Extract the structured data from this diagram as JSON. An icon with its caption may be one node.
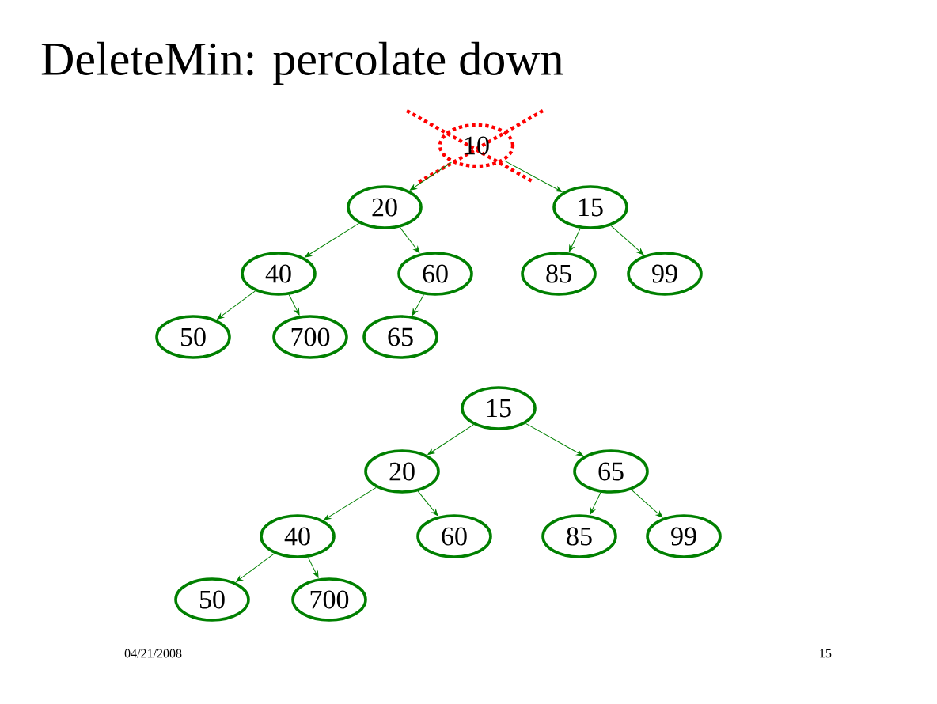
{
  "diagram": {
    "title": "DeleteMin: percolate down",
    "nodes": [
      {
        "text": [
          "10"
        ]
      },
      {
        "text": [
          "20"
        ]
      },
      {
        "text": [
          "15"
        ]
      },
      {
        "text": [
          "40"
        ]
      },
      {
        "text": [
          "60"
        ]
      },
      {
        "text": [
          "85"
        ]
      },
      {
        "text": [
          "99"
        ]
      },
      {
        "text": [
          "50"
        ]
      },
      {
        "text": [
          "700"
        ]
      },
      {
        "text": [
          "65"
        ]
      },
      {
        "text": [
          "15"
        ]
      },
      {
        "text": [
          "20"
        ]
      },
      {
        "text": [
          "65"
        ]
      },
      {
        "text": [
          "40"
        ]
      },
      {
        "text": [
          "60"
        ]
      },
      {
        "text": [
          "85"
        ]
      },
      {
        "text": [
          "99"
        ]
      },
      {
        "text": [
          "50"
        ]
      },
      {
        "text": [
          "700"
        ]
      }
    ],
    "edges": [
      {
        "from": 0,
        "to": 1,
        "arrow": "to"
      },
      {
        "from": 0,
        "to": 2,
        "arrow": "to"
      },
      {
        "from": 1,
        "to": 3,
        "arrow": "to"
      },
      {
        "from": 1,
        "to": 4,
        "arrow": "to"
      },
      {
        "from": 2,
        "to": 5,
        "arrow": "to"
      },
      {
        "from": 2,
        "to": 6,
        "arrow": "to"
      },
      {
        "from": 3,
        "to": 7,
        "arrow": "to"
      },
      {
        "from": 3,
        "to": 8,
        "arrow": "to"
      },
      {
        "from": 4,
        "to": 9,
        "arrow": "to"
      },
      {
        "from": 10,
        "to": 11,
        "arrow": "to"
      },
      {
        "from": 10,
        "to": 12,
        "arrow": "to"
      },
      {
        "from": 11,
        "to": 13,
        "arrow": "to"
      },
      {
        "from": 11,
        "to": 14,
        "arrow": "to"
      },
      {
        "from": 12,
        "to": 15,
        "arrow": "to"
      },
      {
        "from": 12,
        "to": 16,
        "arrow": "to"
      },
      {
        "from": 13,
        "to": 17,
        "arrow": "to"
      },
      {
        "from": 13,
        "to": 18,
        "arrow": "to"
      }
    ],
    "labels": [
      "04/21/2008",
      "15"
    ]
  }
}
